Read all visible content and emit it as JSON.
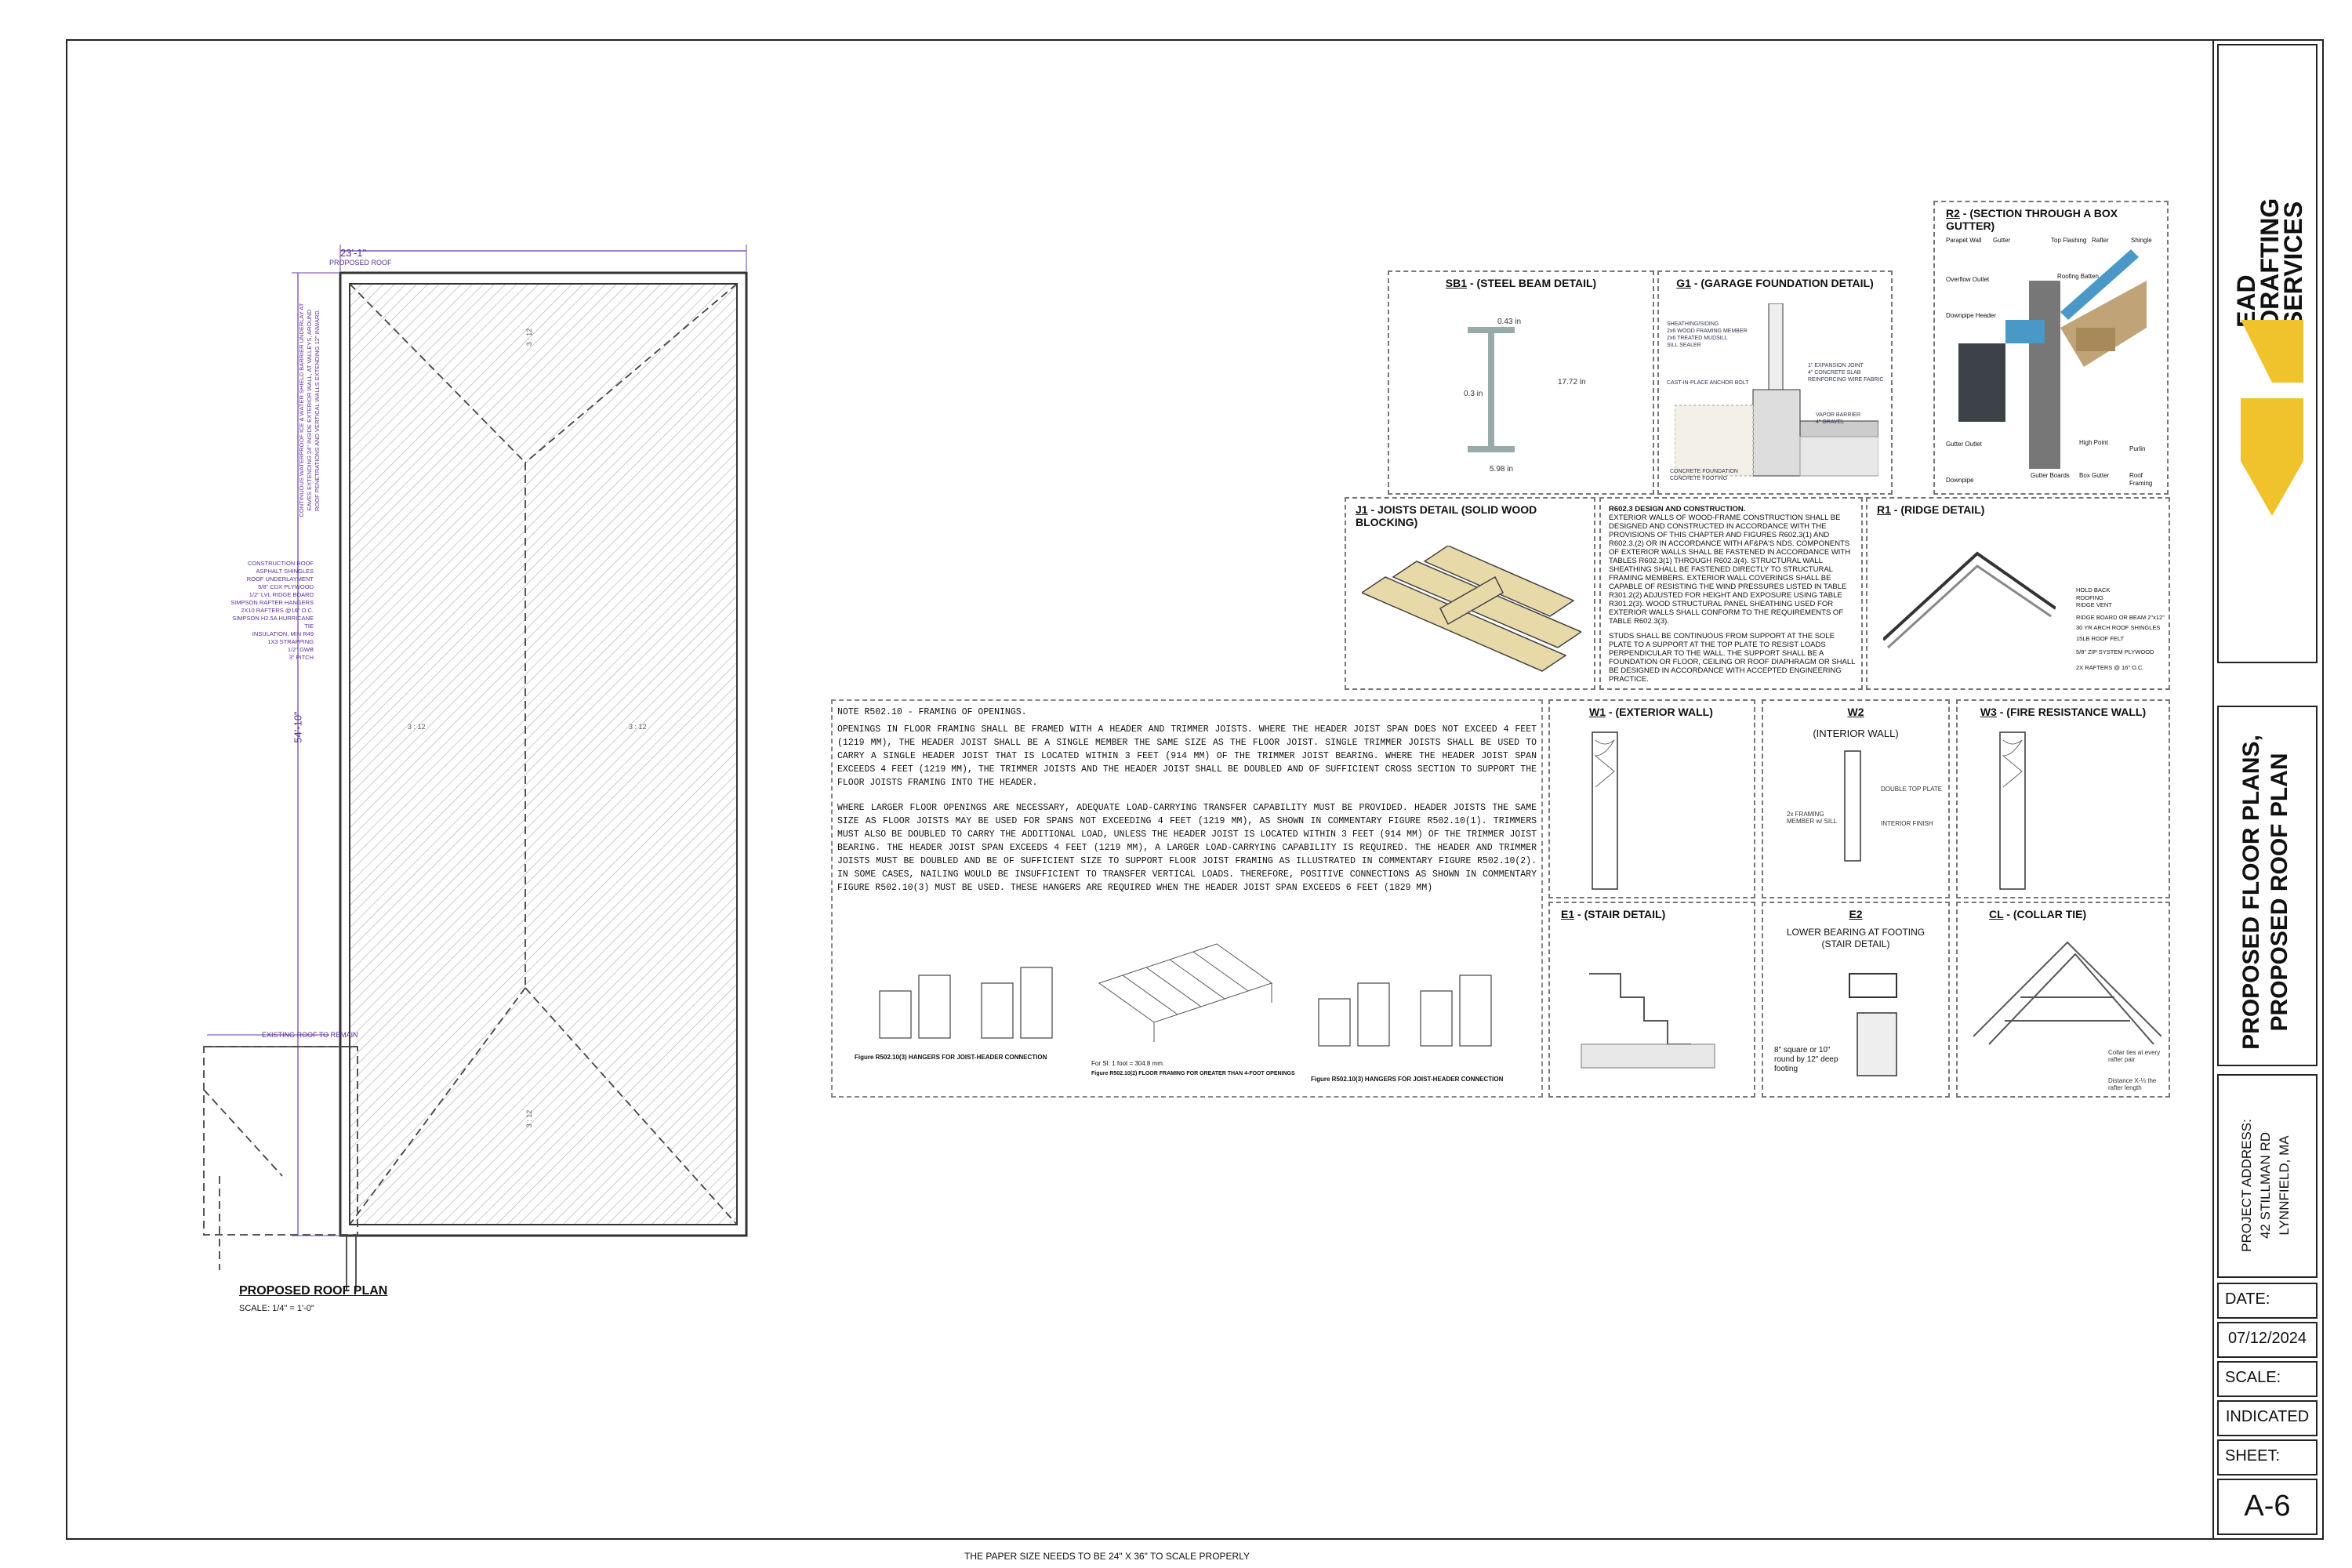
{
  "titleblock": {
    "company_line1": "EAD",
    "company_line2": "DRAFTING",
    "company_line3": "SERVICES",
    "sheet_title_line1": "PROPOSED FLOOR PLANS,",
    "sheet_title_line2": "PROPOSED ROOF PLAN",
    "address_label": "PROJECT ADDRESS:",
    "address_line1": "42 STILLMAN RD",
    "address_line2": "LYNNFIELD, MA",
    "date_label": "DATE:",
    "date_value": "07/12/2024",
    "scale_label": "SCALE:",
    "scale_value": "INDICATED",
    "sheet_label": "SHEET:",
    "sheet_value": "A-6",
    "accent_color": "#f0c22b"
  },
  "footer_note": "THE PAPER SIZE NEEDS TO BE 24\" X 36\" TO SCALE PROPERLY",
  "roof_plan": {
    "title": "PROPOSED ROOF PLAN",
    "scale": "SCALE: 1/4\" = 1'-0\"",
    "dim_width": "23'-1\"",
    "dim_height": "54'-10\"",
    "label_proposed_roof": "PROPOSED ROOF",
    "label_existing_roof": "EXISTING ROOF TO REMAIN",
    "slope_labels": [
      "3 : 12",
      "3 : 12",
      "3 : 12",
      "3 : 12"
    ],
    "construction_notes": [
      "CONSTRUCTION ROOF",
      "ASPHALT SHINGLES",
      "ROOF UNDERLAYMENT",
      "5/8\" CDX PLYWOOD",
      "1/2\" LVL RIDGE BOARD",
      "SIMPSON RAFTER HANGERS",
      "2X10 RAFTERS @16\" O.C.",
      "SIMPSON H2.5A HURRICANE TIE",
      "INSULATION, MIN R49",
      "1X3 STRAPPING",
      "1/2\" GWB",
      "3\" PITCH"
    ],
    "eave_note": [
      "CONTINUOUS WATERPROOF ICE & WATER SHIELD BARRIER UNDERLAY AT",
      "EAVES EXTENDING 24\" INSIDE EXTERIOR WALL, AT VALLEYS, AROUND",
      "ROOF PENETRATIONS AND VERTICAL WALLS EXTENDING 12\" INWARD."
    ]
  },
  "details": {
    "sb1": {
      "code": "SB1",
      "title": " - (STEEL BEAM DETAIL)",
      "dims": [
        "0.43 in",
        "0.3 in",
        "17.72 in",
        "5.98 in"
      ]
    },
    "g1": {
      "code": "G1",
      "title": " - (GARAGE FOUNDATION DETAIL)",
      "labels": [
        "SHEATHING/SIDING",
        "2x6 WOOD FRAMING MEMBER",
        "2x6 TREATED MUDSILL",
        "SILL SEALER",
        "1\" EXPANSION JOINT",
        "4\" CONCRETE SLAB",
        "REINFORCING WIRE FABRIC",
        "CAST-IN-PLACE ANCHOR BOLT",
        "VAPOR BARRIER",
        "4\" GRAVEL",
        "CONCRETE FOUNDATION",
        "CONCRETE FOOTING"
      ]
    },
    "r2": {
      "code": "R2",
      "title": " - (SECTION THROUGH A BOX GUTTER)",
      "labels": [
        "Parapet Wall",
        "Gutter",
        "Top Flashing",
        "Rafter",
        "Shingle",
        "Overflow Outlet",
        "Roofing Batten",
        "Downpipe Header",
        "Gutter Outlet",
        "High Point",
        "Purlin",
        "Downpipe",
        "Gutter Boards",
        "Box Gutter",
        "Roof Framing"
      ]
    },
    "j1": {
      "code": "J1",
      "title": " - JOISTS DETAIL (SOLID WOOD BLOCKING)"
    },
    "r602": {
      "heading": "R602.3 DESIGN AND CONSTRUCTION.",
      "body": "EXTERIOR WALLS OF WOOD-FRAME CONSTRUCTION SHALL BE DESIGNED AND CONSTRUCTED IN ACCORDANCE WITH THE PROVISIONS OF THIS CHAPTER AND FIGURES R602.3(1) AND R602.3.(2) OR IN ACCORDANCE WITH AF&PA'S NDS. COMPONENTS OF EXTERIOR WALLS SHALL BE FASTENED IN ACCORDANCE WITH TABLES R602.3(1) THROUGH R602.3(4). STRUCTURAL WALL SHEATHING SHALL BE FASTENED DIRECTLY TO STRUCTURAL FRAMING MEMBERS. EXTERIOR WALL COVERINGS SHALL BE CAPABLE OF RESISTING THE WIND PRESSURES LISTED IN TABLE R301.2(2) ADJUSTED FOR HEIGHT AND EXPOSURE USING TABLE R301.2(3). WOOD STRUCTURAL PANEL SHEATHING USED FOR EXTERIOR WALLS SHALL CONFORM TO THE REQUIREMENTS OF TABLE R602.3(3).",
      "body2": "STUDS SHALL BE CONTINUOUS FROM SUPPORT AT THE SOLE PLATE TO A SUPPORT AT THE TOP PLATE TO RESIST LOADS PERPENDICULAR TO THE WALL. THE SUPPORT SHALL BE A FOUNDATION OR FLOOR, CEILING OR ROOF DIAPHRAGM OR SHALL BE DESIGNED IN ACCORDANCE WITH ACCEPTED ENGINEERING PRACTICE."
    },
    "r1": {
      "code": "R1",
      "title": " - (RIDGE DETAIL)",
      "labels": [
        "HOLD BACK",
        "ROOFING",
        "RIDGE VENT",
        "RIDGE BOARD OR BEAM  2\"x12\"",
        "30 YR ARCH ROOF SHINGLES",
        "15LB ROOF FELT",
        "5/8\" ZIP SYSTEM  PLYWOOD",
        "2X  RAFTERS @ 16\" O.C."
      ]
    },
    "w1": {
      "code": "W1",
      "title": " - (EXTERIOR WALL)"
    },
    "w2": {
      "code": "W2",
      "title": "(INTERIOR WALL)",
      "labels": [
        "DOUBLE TOP PLATE",
        "2x FRAMING MEMBER w/ SILL",
        "INTERIOR FINISH"
      ]
    },
    "w3": {
      "code": "W3",
      "title": " - (FIRE RESISTANCE WALL)"
    },
    "e1": {
      "code": "E1",
      "title": " - (STAIR DETAIL)"
    },
    "e2": {
      "code": "E2",
      "title_line1": "LOWER BEARING AT FOOTING",
      "title_line2": "(STAIR DETAIL)",
      "note": "8\" square or 10\" round by 12\" deep footing"
    },
    "cl": {
      "code": "CL",
      "title": " - (COLLAR TIE)",
      "labels": [
        "Collar ties at every rafter pair",
        "Distance X-⅓ the rafter length"
      ]
    }
  },
  "note_r502": {
    "heading": "NOTE R502.10 - FRAMING OF OPENINGS.",
    "p1": "OPENINGS IN FLOOR FRAMING SHALL BE FRAMED WITH A HEADER AND TRIMMER JOISTS. WHERE THE HEADER JOIST SPAN DOES NOT EXCEED 4 FEET (1219 MM), THE HEADER JOIST SHALL BE A SINGLE MEMBER THE SAME SIZE AS THE FLOOR JOIST. SINGLE TRIMMER JOISTS SHALL BE USED TO CARRY A SINGLE HEADER JOIST THAT IS LOCATED WITHIN 3 FEET (914 MM) OF THE TRIMMER JOIST BEARING. WHERE THE HEADER JOIST SPAN EXCEEDS 4 FEET (1219 MM), THE TRIMMER JOISTS AND THE HEADER JOIST SHALL BE DOUBLED AND OF SUFFICIENT CROSS SECTION TO SUPPORT THE FLOOR JOISTS FRAMING INTO THE HEADER.",
    "p2": "WHERE LARGER FLOOR OPENINGS ARE NECESSARY, ADEQUATE LOAD-CARRYING TRANSFER CAPABILITY MUST BE PROVIDED. HEADER JOISTS THE SAME SIZE AS FLOOR JOISTS MAY BE USED FOR SPANS NOT EXCEEDING 4 FEET (1219 MM), AS SHOWN IN COMMENTARY FIGURE R502.10(1). TRIMMERS MUST ALSO BE DOUBLED TO CARRY THE ADDITIONAL LOAD, UNLESS THE HEADER JOIST IS LOCATED WITHIN 3 FEET (914 MM) OF THE TRIMMER JOIST BEARING. THE HEADER JOIST SPAN EXCEEDS 4 FEET (1219 MM), A LARGER LOAD-CARRYING CAPABILITY IS REQUIRED. THE HEADER AND TRIMMER JOISTS MUST BE DOUBLED AND BE OF SUFFICIENT SIZE TO SUPPORT FLOOR JOIST FRAMING AS ILLUSTRATED IN COMMENTARY FIGURE R502.10(2). IN SOME CASES, NAILING WOULD BE INSUFFICIENT TO TRANSFER VERTICAL LOADS. THEREFORE, POSITIVE CONNECTIONS AS SHOWN IN COMMENTARY FIGURE R502.10(3) MUST BE USED. THESE HANGERS ARE REQUIRED WHEN THE HEADER JOIST SPAN EXCEEDS 6 FEET (1829 MM)",
    "fig1": "Figure R502.10(3) HANGERS FOR JOIST-HEADER CONNECTION",
    "fig2_a": "For SI: 1 foot = 304.8 mm.",
    "fig2_b": "Figure R502.10(2) FLOOR FRAMING FOR GREATER THAN 4-FOOT OPENINGS",
    "fig3": "Figure R502.10(3) HANGERS FOR JOIST-HEADER CONNECTION"
  }
}
